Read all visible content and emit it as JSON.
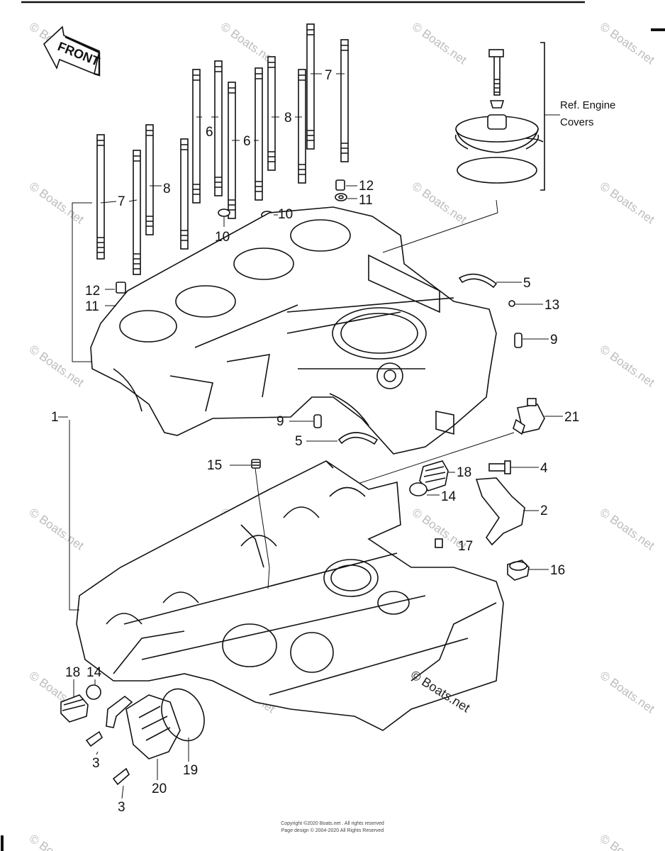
{
  "header": {
    "arrow_label": "FRONT"
  },
  "reference_note": {
    "line1": "Ref. Engine",
    "line2": "Covers"
  },
  "watermark": "© Boats.net",
  "footer": {
    "line1": "Copyright ©2020 Boats.net . All rights reserved",
    "line2": "Page design © 2004-2020 All Rights Reserved"
  },
  "callouts": {
    "c1": "1",
    "c2": "2",
    "c3a": "3",
    "c3b": "3",
    "c4": "4",
    "c5a": "5",
    "c5b": "5",
    "c6a": "6",
    "c6b": "6",
    "c7a": "7",
    "c7b": "7",
    "c8a": "8",
    "c8b": "8",
    "c9a": "9",
    "c9b": "9",
    "c10a": "10",
    "c10b": "10",
    "c11a": "11",
    "c11b": "11",
    "c12a": "12",
    "c12b": "12",
    "c13": "13",
    "c14a": "14",
    "c14b": "14",
    "c15": "15",
    "c16": "16",
    "c17": "17",
    "c18a": "18",
    "c18b": "18",
    "c19": "19",
    "c20": "20",
    "c21": "21"
  }
}
